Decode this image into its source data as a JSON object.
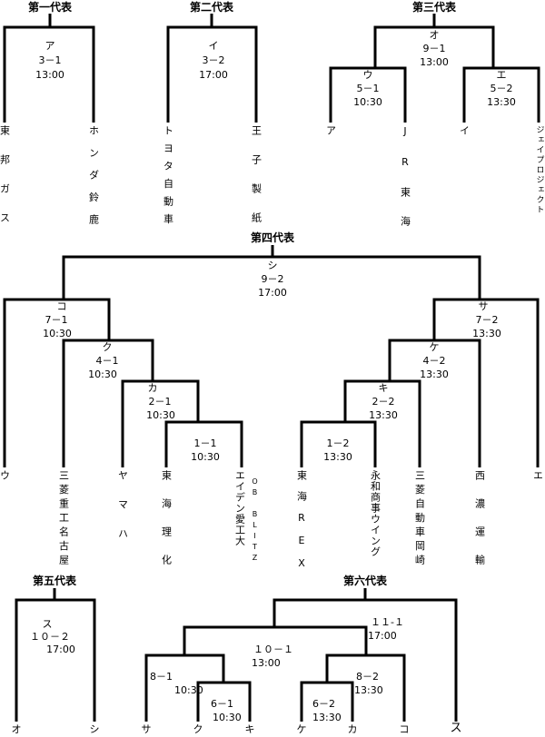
{
  "brackets": [
    {
      "title": "第一代表",
      "matches": [
        {
          "id": "ア",
          "score": "3－1",
          "time": "13:00"
        }
      ],
      "teams": [
        "東邦ガス",
        "ホンダ鈴鹿"
      ]
    },
    {
      "title": "第二代表",
      "matches": [
        {
          "id": "イ",
          "score": "3－2",
          "time": "17:00"
        }
      ],
      "teams": [
        "トヨタ自動車",
        "王子製紙"
      ]
    },
    {
      "title": "第三代表",
      "matches": [
        {
          "id": "オ",
          "score": "9－1",
          "time": "13:00"
        },
        {
          "id": "ウ",
          "score": "5－1",
          "time": "10:30"
        },
        {
          "id": "エ",
          "score": "5－2",
          "time": "13:30"
        }
      ],
      "teams": [
        "ア",
        "JR東海",
        "イ",
        "ジェイプロジェクト"
      ]
    },
    {
      "title": "第四代表",
      "matches": [
        {
          "id": "シ",
          "score": "9－2",
          "time": "17:00"
        },
        {
          "id": "コ",
          "score": "7－1",
          "time": "10:30"
        },
        {
          "id": "ク",
          "score": "4－1",
          "time": "10:30"
        },
        {
          "id": "カ",
          "score": "2－1",
          "time": "10:30"
        },
        {
          "score": "1－1",
          "time": "10:30"
        },
        {
          "id": "サ",
          "score": "7－2",
          "time": "13:30"
        },
        {
          "id": "ケ",
          "score": "4－2",
          "time": "13:30"
        },
        {
          "id": "キ",
          "score": "2－2",
          "time": "13:30"
        },
        {
          "score": "1－2",
          "time": "13:30"
        }
      ],
      "teams": [
        "ウ",
        "三菱重工名古屋",
        "ヤマハ",
        "東海理化",
        "エイデン愛工大",
        "OB BLITZ",
        "東海REX",
        "永和商事ウイング",
        "三菱自動車岡崎",
        "西濃運輸",
        "エ"
      ]
    },
    {
      "title": "第五代表",
      "matches": [
        {
          "id": "ス",
          "score": "１０－２",
          "time": "17:00"
        }
      ],
      "teams": [
        "オ",
        "シ"
      ]
    },
    {
      "title": "第六代表",
      "matches": [
        {
          "score": "１１-１",
          "time": "17:00"
        },
        {
          "score": "１０－１",
          "time": "13:00"
        },
        {
          "score": "8－1",
          "time": "10:30"
        },
        {
          "score": "6－1",
          "time": "10:30"
        },
        {
          "score": "8－2",
          "time": "13:30"
        },
        {
          "score": "6－2",
          "time": "13:30"
        }
      ],
      "teams": [
        "サ",
        "ク",
        "キ",
        "ケ",
        "カ",
        "コ",
        "ス"
      ]
    }
  ]
}
